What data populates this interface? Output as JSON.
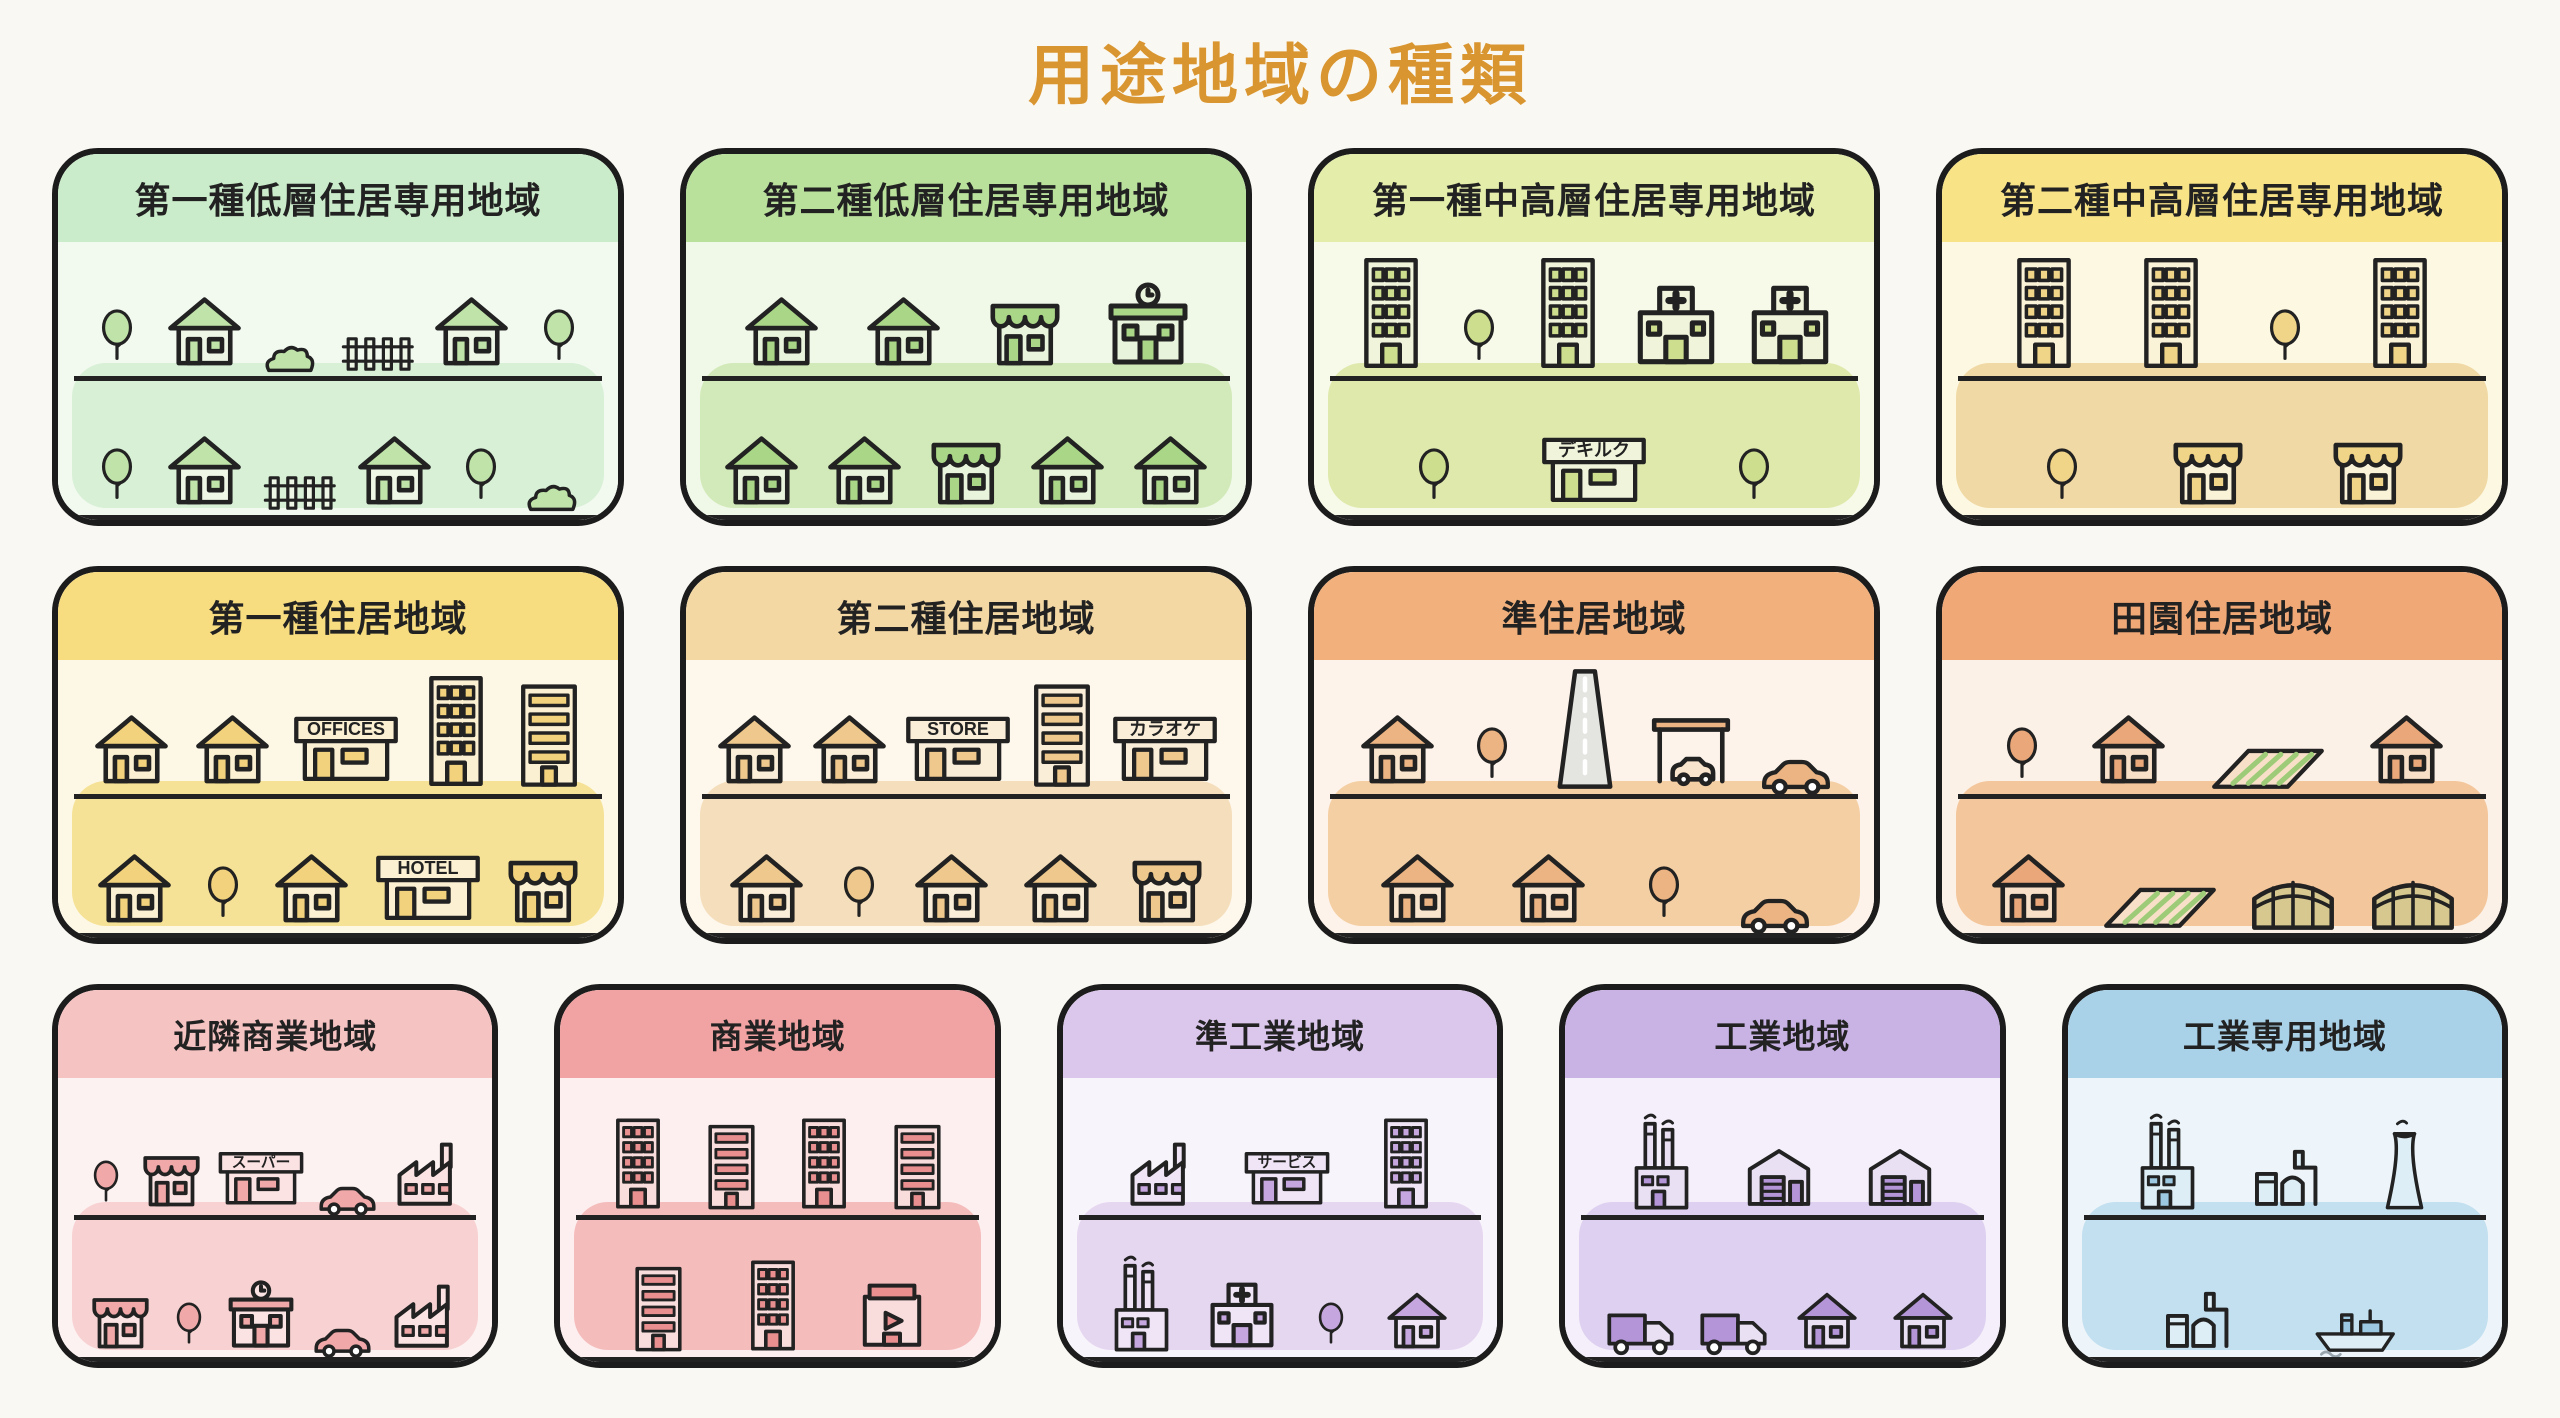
{
  "page": {
    "title": "用途地域の種類",
    "title_color": "#d9952f",
    "background": "#faf8f2",
    "outline_color": "#1c1c1c"
  },
  "sign_labels": [
    "OFFICES",
    "HOTEL",
    "STORE",
    "カラオケ",
    "スーパー",
    "サービス",
    "デキルク"
  ],
  "rows": [
    {
      "scale": 1,
      "cards": [
        {
          "title": "第一種低層住居専用地域",
          "colors": {
            "header": "#cbeccb",
            "body": "#f2faf0",
            "band": "#d8f0d6",
            "a": "#bfe3a8",
            "b": "#eef7e6",
            "alt": "#a8d28c"
          },
          "scene": [
            [
              "tree",
              "house",
              "bush",
              "fence",
              "house",
              "tree"
            ],
            [
              "tree",
              "house",
              "fence",
              "house",
              "tree",
              "bush"
            ]
          ]
        },
        {
          "title": "第二種低層住居専用地域",
          "colors": {
            "header": "#b9e19c",
            "body": "#f0f8e8",
            "band": "#d2eab9",
            "a": "#aad787",
            "b": "#e9f4dc",
            "alt": "#93c96e"
          },
          "scene": [
            [
              "house",
              "house",
              "shop",
              "school"
            ],
            [
              "house",
              "house",
              "shop",
              "house",
              "house"
            ]
          ]
        },
        {
          "title": "第一種中高層住居専用地域",
          "colors": {
            "header": "#e4edaa",
            "body": "#f7f9e9",
            "band": "#dfe9ac",
            "a": "#cdde8e",
            "b": "#f0f4da",
            "alt": "#b9cf74"
          },
          "scene": [
            [
              "bldg",
              "tree",
              "bldg",
              "hospital",
              "hospital"
            ],
            [
              "tree",
              "sign:デキルク",
              "tree"
            ]
          ]
        },
        {
          "title": "第二種中高層住居専用地域",
          "colors": {
            "header": "#f8e487",
            "body": "#fdf8e2",
            "band": "#f0d9a4",
            "a": "#f0d488",
            "b": "#fbf3d8",
            "alt": "#e2c069"
          },
          "scene": [
            [
              "bldg",
              "bldg",
              "tree",
              "bldg"
            ],
            [
              "tree",
              "shop",
              "shop"
            ]
          ]
        }
      ]
    },
    {
      "scale": 1,
      "cards": [
        {
          "title": "第一種住居地域",
          "colors": {
            "header": "#f7dc80",
            "body": "#fdf8e6",
            "band": "#f6e296",
            "a": "#f2d27c",
            "b": "#fbf0d2",
            "alt": "#e5bf5e"
          },
          "scene": [
            [
              "house",
              "house",
              "sign:OFFICES",
              "bldg",
              "bars"
            ],
            [
              "house",
              "tree",
              "house",
              "sign:HOTEL",
              "shop"
            ]
          ]
        },
        {
          "title": "第二種住居地域",
          "colors": {
            "header": "#f3d8a4",
            "body": "#fdf7ec",
            "band": "#f5debb",
            "a": "#eec88c",
            "b": "#faeed8",
            "alt": "#e0b273"
          },
          "scene": [
            [
              "house",
              "house",
              "sign:STORE",
              "bars",
              "sign:カラオケ"
            ],
            [
              "house",
              "tree",
              "house",
              "house",
              "shop"
            ]
          ]
        },
        {
          "title": "準住居地域",
          "colors": {
            "header": "#f2b17c",
            "body": "#fdf3ea",
            "band": "#f5cfa4",
            "a": "#edb483",
            "b": "#f9e4cd",
            "alt": "#de9c64"
          },
          "scene": [
            [
              "house",
              "tree",
              "road",
              "canopy",
              "car"
            ],
            [
              "house",
              "house",
              "tree",
              "car"
            ]
          ]
        },
        {
          "title": "田園住居地域",
          "colors": {
            "header": "#f1a877",
            "body": "#fcf1e7",
            "band": "#f4c69b",
            "a": "#eaa87a",
            "b": "#f8e0c8",
            "alt": "#9ecb78"
          },
          "scene": [
            [
              "tree",
              "house",
              "field",
              "house"
            ],
            [
              "house",
              "field",
              "greenhouse",
              "greenhouse"
            ]
          ]
        }
      ]
    },
    {
      "scale": 0.82,
      "cards": [
        {
          "title": "近隣商業地域",
          "colors": {
            "header": "#f6c3c3",
            "body": "#fdf2f2",
            "band": "#f8d2d2",
            "a": "#f0a8a8",
            "b": "#fbe3e3",
            "alt": "#e28d8d"
          },
          "scene": [
            [
              "tree",
              "shop",
              "sign:スーパー",
              "car",
              "factory"
            ],
            [
              "shop",
              "tree",
              "school",
              "car",
              "factory"
            ]
          ]
        },
        {
          "title": "商業地域",
          "colors": {
            "header": "#f1a2a2",
            "body": "#fdefef",
            "band": "#f5bcbc",
            "a": "#e98f8f",
            "b": "#f9dcdc",
            "alt": "#db7777"
          },
          "scene": [
            [
              "bldg",
              "bars",
              "bldg",
              "bars"
            ],
            [
              "bars",
              "bldg",
              "cinema"
            ]
          ]
        },
        {
          "title": "準工業地域",
          "colors": {
            "header": "#dcc7ec",
            "body": "#f8f4fb",
            "band": "#e6d7f1",
            "a": "#c6a6de",
            "b": "#efe5f6",
            "alt": "#b28fd0"
          },
          "scene": [
            [
              "factory",
              "sign:サービス",
              "bldg"
            ],
            [
              "bigfactory",
              "hospital",
              "tree",
              "house"
            ]
          ]
        },
        {
          "title": "工業地域",
          "colors": {
            "header": "#c9b3e5",
            "body": "#f4effa",
            "band": "#ded0f0",
            "a": "#b395d8",
            "b": "#e9e0f4",
            "alt": "#9c7cc9"
          },
          "scene": [
            [
              "bigfactory",
              "warehouse",
              "warehouse"
            ],
            [
              "truck",
              "truck",
              "house",
              "house"
            ]
          ]
        },
        {
          "title": "工業専用地域",
          "colors": {
            "header": "#a9d2e9",
            "body": "#edf5fa",
            "band": "#c2e0f0",
            "a": "#9cc8e2",
            "b": "#ddeef7",
            "alt": "#7fb4d6"
          },
          "scene": [
            [
              "bigfactory",
              "plant",
              "cooling"
            ],
            [
              "plant",
              "ship"
            ]
          ]
        }
      ]
    }
  ]
}
